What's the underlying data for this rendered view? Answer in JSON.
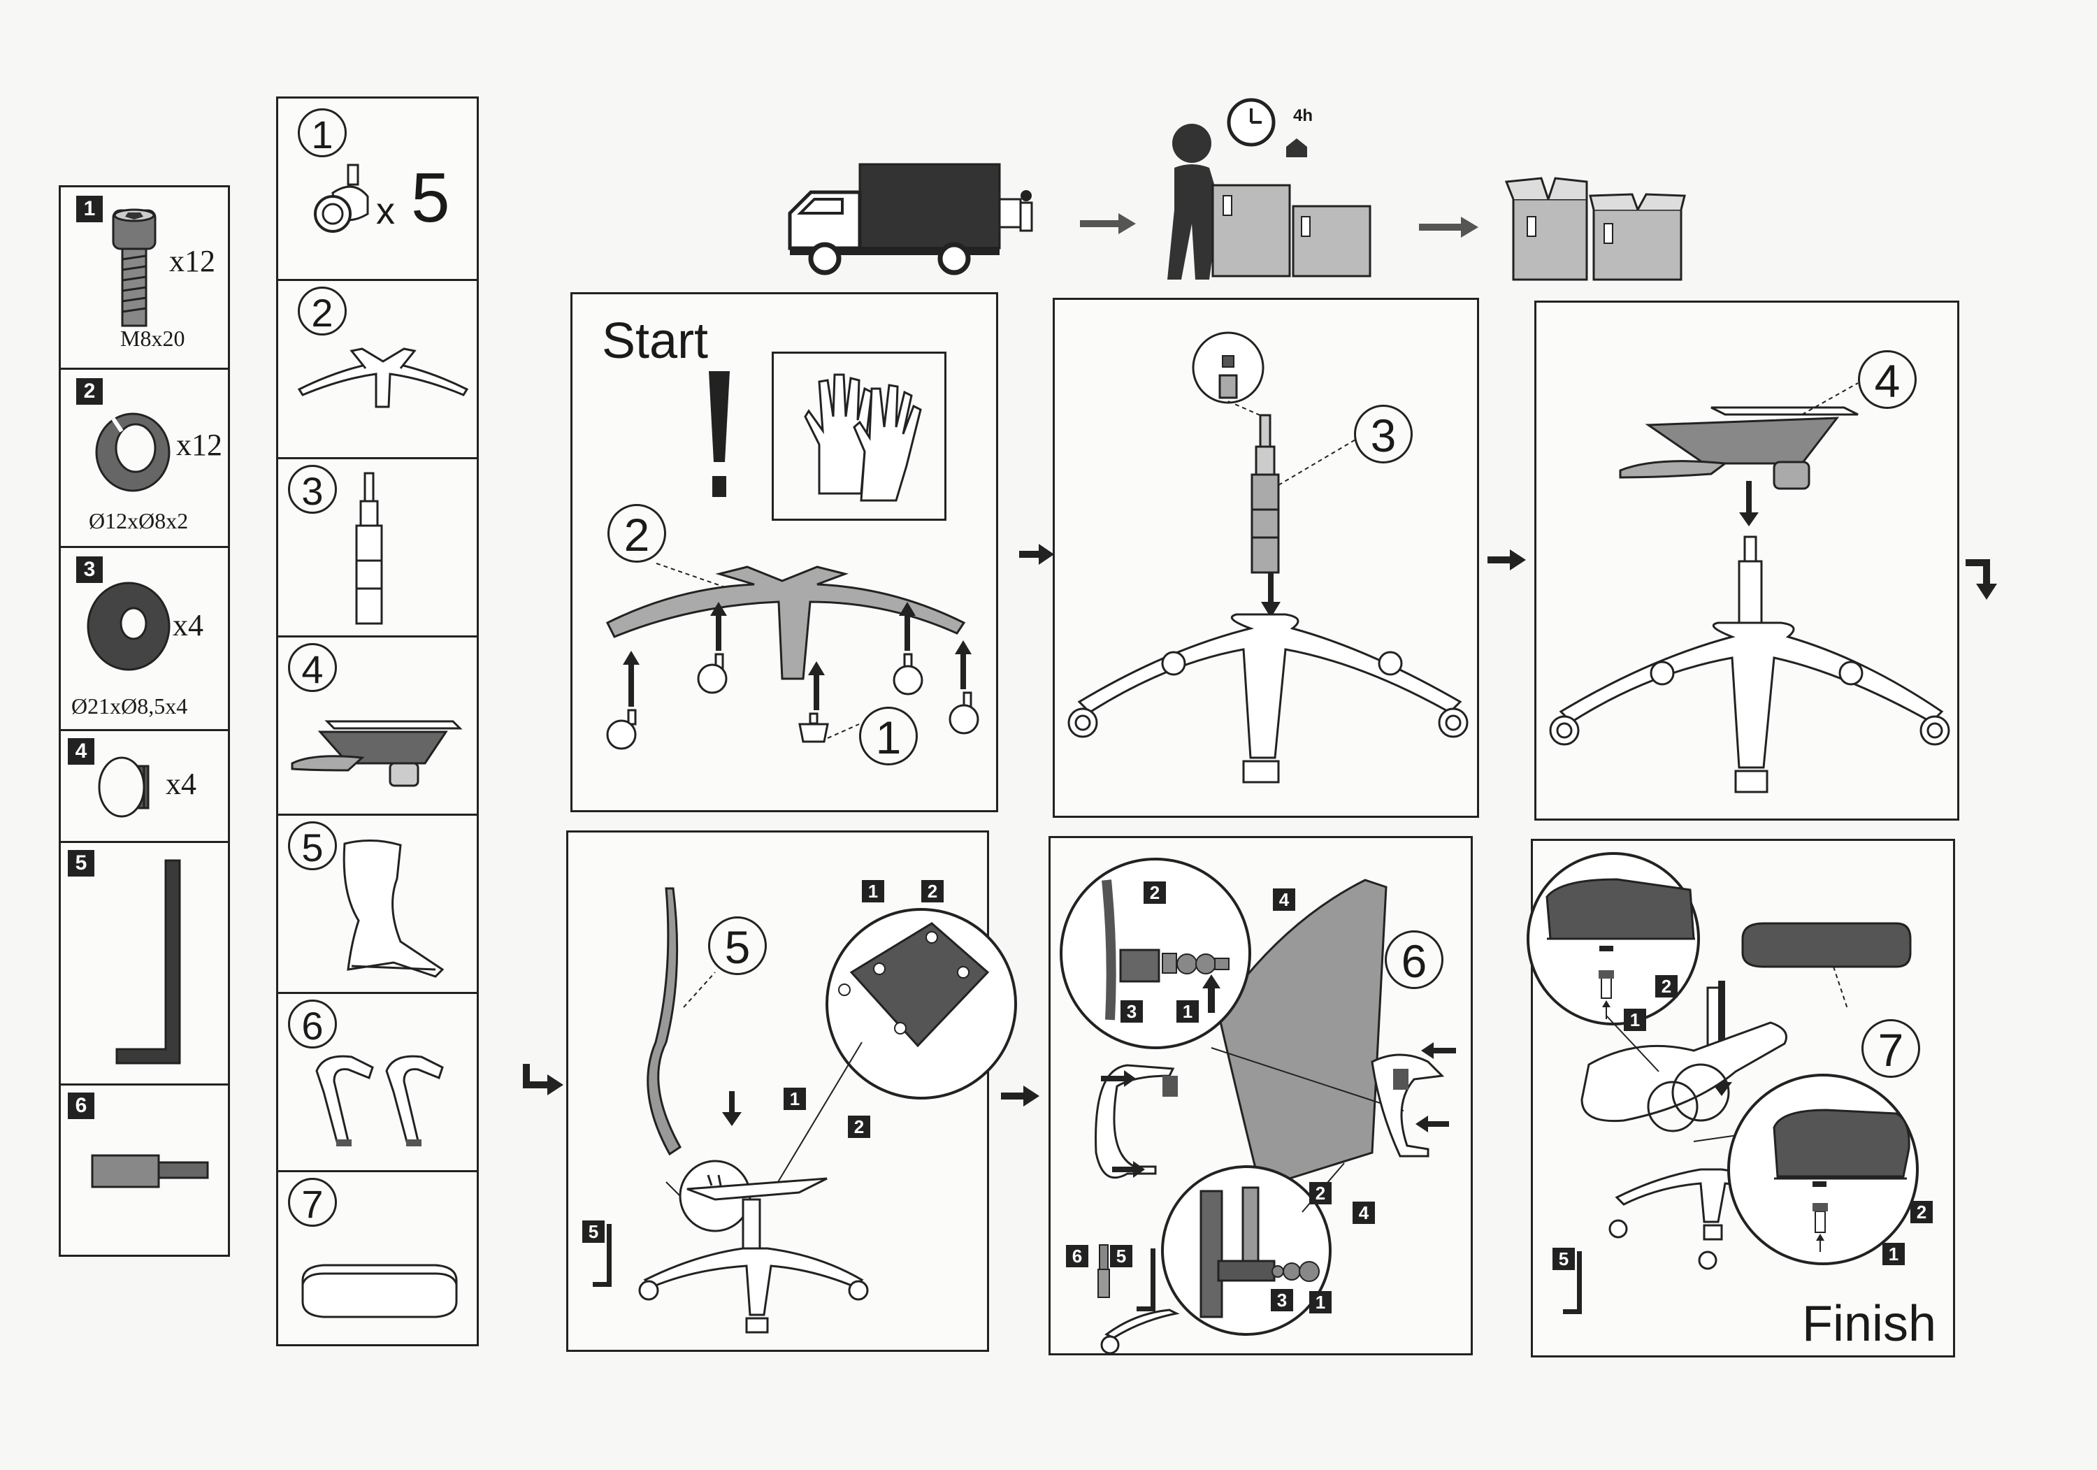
{
  "hardware": [
    {
      "num": "1",
      "qty": "x12",
      "dim": "M8x20",
      "icon": "bolt-icon"
    },
    {
      "num": "2",
      "qty": "x12",
      "dim": "Ø12xØ8x2",
      "icon": "spring-washer-icon"
    },
    {
      "num": "3",
      "qty": "x4",
      "dim": "Ø21xØ8,5x4",
      "icon": "flat-washer-icon"
    },
    {
      "num": "4",
      "qty": "x4",
      "dim": "",
      "icon": "cap-icon"
    },
    {
      "num": "5",
      "qty": "",
      "dim": "",
      "icon": "allen-key-icon"
    },
    {
      "num": "6",
      "qty": "",
      "dim": "",
      "icon": "extension-tool-icon"
    }
  ],
  "parts": [
    {
      "num": "1",
      "qty_x": "x",
      "qty_n": "5",
      "icon": "caster-icon"
    },
    {
      "num": "2",
      "icon": "chair-base-icon"
    },
    {
      "num": "3",
      "icon": "gas-cylinder-icon"
    },
    {
      "num": "4",
      "icon": "seat-mechanism-icon"
    },
    {
      "num": "5",
      "icon": "backrest-frame-icon"
    },
    {
      "num": "6",
      "icon": "armrests-icon"
    },
    {
      "num": "7",
      "icon": "seat-cushion-icon"
    }
  ],
  "delivery": {
    "time_label": "4h"
  },
  "steps": {
    "start_label": "Start",
    "finish_label": "Finish",
    "step1": {
      "callouts": [
        "2",
        "1"
      ]
    },
    "step2": {
      "callouts": [
        "3"
      ]
    },
    "step3": {
      "callouts": [
        "4"
      ]
    },
    "step4": {
      "callouts": [
        "5"
      ],
      "badges": [
        "1",
        "2",
        "1",
        "2"
      ],
      "tool": "5"
    },
    "step5": {
      "callouts": [
        "6"
      ],
      "badges": [
        "2",
        "4",
        "3",
        "1",
        "2",
        "4",
        "3",
        "1"
      ],
      "tools": [
        "6",
        "5"
      ]
    },
    "step6": {
      "callouts": [
        "7"
      ],
      "badges": [
        "2",
        "1",
        "2",
        "1"
      ],
      "tool": "5"
    }
  }
}
